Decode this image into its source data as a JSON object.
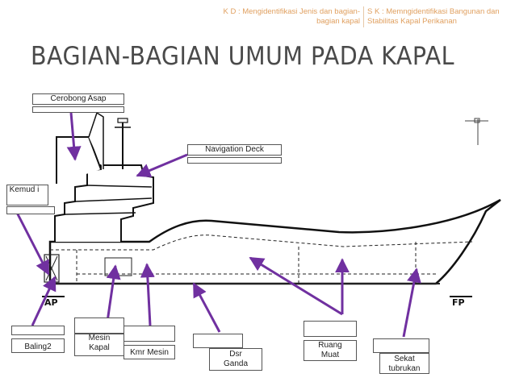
{
  "header": {
    "kd_text": "K D : Mengidentifikasi Jenis dan bagian-bagian kapal",
    "sk_text": "S K : Memngidentifikasi Bangunan dan Stabilitas Kapal Perikanan"
  },
  "title": "BAGIAN-BAGIAN UMUM PADA KAPAL",
  "ship_marks": {
    "aft": "AP",
    "fore": "FP"
  },
  "labels": {
    "cerobong": "Cerobong Asap",
    "navigation": "Navigation Deck",
    "kemudi": "Kemud i",
    "baling": "Baling2",
    "mesin_kapal": "Mesin Kapal",
    "kmr_mesin": "Kmr Mesin",
    "dsr_ganda": "Dsr Ganda",
    "ruang_muat": "Ruang Muat",
    "sekat": "Sekat tubrukan"
  },
  "colors": {
    "arrow": "#7030a0",
    "header": "#e0a060",
    "title": "#4a4a4a"
  }
}
